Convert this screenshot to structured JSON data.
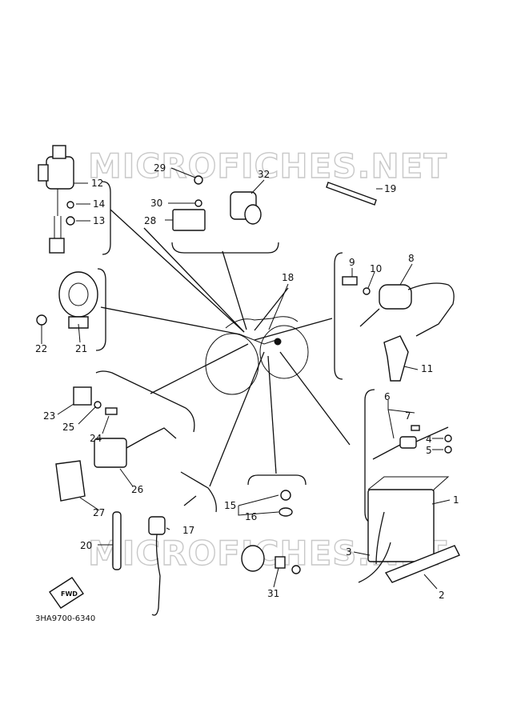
{
  "watermark": {
    "top": "MICROFICHES.NET",
    "bottom": "MICROFICHES.NET"
  },
  "diagram_code": "3HA9700-6340",
  "fwd_label": "FWD",
  "callouts": {
    "p1": "1",
    "p2": "2",
    "p3": "3",
    "p4": "4",
    "p5": "5",
    "p6": "6",
    "p7": "7",
    "p8": "8",
    "p9": "9",
    "p10": "10",
    "p11": "11",
    "p12": "12",
    "p13": "13",
    "p14": "14",
    "p15": "15",
    "p16": "16",
    "p17": "17",
    "p18": "18",
    "p19": "19",
    "p20": "20",
    "p21": "21",
    "p22": "22",
    "p23": "23",
    "p24": "24",
    "p25": "25",
    "p26": "26",
    "p27": "27",
    "p28": "28",
    "p29": "29",
    "p30": "30",
    "p31": "31",
    "p32": "32"
  }
}
